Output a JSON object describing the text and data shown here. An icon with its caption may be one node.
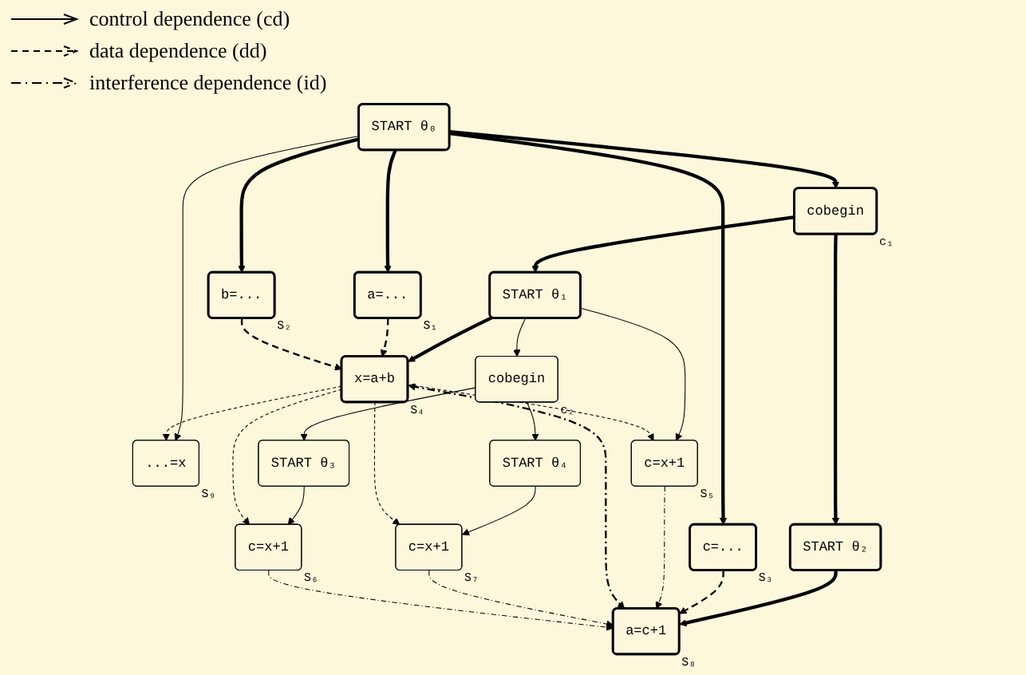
{
  "diagram": {
    "nodes": [
      {
        "text": [
          "START θ₀"
        ]
      },
      {
        "text": [
          "a=..."
        ],
        "beside": [
          "S₁"
        ]
      },
      {
        "text": [
          "b=..."
        ],
        "beside": [
          "S₂"
        ]
      },
      {
        "text": [
          "c=..."
        ],
        "beside": [
          "S₃"
        ]
      },
      {
        "text": [
          "...=x"
        ],
        "beside": [
          "S₉"
        ]
      },
      {
        "text": [
          "cobegin"
        ],
        "beside": [
          "c₁"
        ]
      },
      {
        "text": [
          "START θ₁"
        ]
      },
      {
        "text": [
          "START θ₂"
        ]
      },
      {
        "text": [
          "x=a+b"
        ],
        "beside": [
          "S₄"
        ]
      },
      {
        "text": [
          "c=x+1"
        ],
        "beside": [
          "S₅"
        ]
      },
      {
        "text": [
          "a=c+1"
        ],
        "beside": [
          "S₈"
        ]
      },
      {
        "text": [
          "cobegin"
        ],
        "beside": [
          "c₂"
        ]
      },
      {
        "text": [
          "START θ₃"
        ]
      },
      {
        "text": [
          "START θ₄"
        ]
      },
      {
        "text": [
          "c=x+1"
        ],
        "beside": [
          "S₆"
        ]
      },
      {
        "text": [
          "c=x+1"
        ],
        "beside": [
          "S₇"
        ]
      }
    ],
    "edges": [
      {
        "from": 0,
        "to": 1,
        "arrow": "to",
        "style": "thick"
      },
      {
        "from": 0,
        "to": 2,
        "arrow": "to",
        "style": "thick"
      },
      {
        "from": 0,
        "to": 3,
        "arrow": "to",
        "style": "thick"
      },
      {
        "from": 0,
        "to": 5,
        "arrow": "to",
        "style": "thick"
      },
      {
        "from": 0,
        "to": 4,
        "arrow": "to"
      },
      {
        "from": 5,
        "to": 6,
        "arrow": "to",
        "style": "thick"
      },
      {
        "from": 5,
        "to": 7,
        "arrow": "to",
        "style": "thick"
      },
      {
        "from": 6,
        "to": 8,
        "arrow": "to",
        "style": "thick"
      },
      {
        "from": 6,
        "to": 9,
        "arrow": "to"
      },
      {
        "from": 6,
        "to": 11,
        "arrow": "to"
      },
      {
        "from": 7,
        "to": 10,
        "arrow": "to",
        "style": "thick"
      },
      {
        "from": 11,
        "to": 12,
        "arrow": "to"
      },
      {
        "from": 11,
        "to": 13,
        "arrow": "to"
      },
      {
        "from": 12,
        "to": 14,
        "arrow": "to"
      },
      {
        "from": 13,
        "to": 15,
        "arrow": "to"
      },
      {
        "from": 1,
        "to": 8,
        "arrow": "to",
        "style": "dashed"
      },
      {
        "from": 2,
        "to": 8,
        "arrow": "to",
        "style": "dashed"
      },
      {
        "from": 3,
        "to": 10,
        "arrow": "to",
        "style": "dashed"
      },
      {
        "from": 8,
        "to": 9,
        "arrow": "to",
        "style": "dashed"
      },
      {
        "from": 8,
        "to": 4,
        "arrow": "to",
        "style": "dashed"
      },
      {
        "from": 8,
        "to": 14,
        "arrow": "to",
        "style": "dashed"
      },
      {
        "from": 8,
        "to": 15,
        "arrow": "to",
        "style": "dashed"
      },
      {
        "from": 9,
        "to": 10,
        "arrow": "to",
        "style": "dashed"
      },
      {
        "from": 8,
        "to": 10,
        "arrow": "both",
        "style": "dashed"
      },
      {
        "from": 15,
        "to": 10,
        "arrow": "to",
        "style": "dashed"
      },
      {
        "from": 14,
        "to": 10,
        "arrow": "to",
        "style": "dashed"
      }
    ],
    "legend": [
      {
        "text": "control dependence (cd)"
      },
      {
        "text": "data dependence (dd)"
      },
      {
        "text": "interference dependence (id)"
      }
    ]
  }
}
